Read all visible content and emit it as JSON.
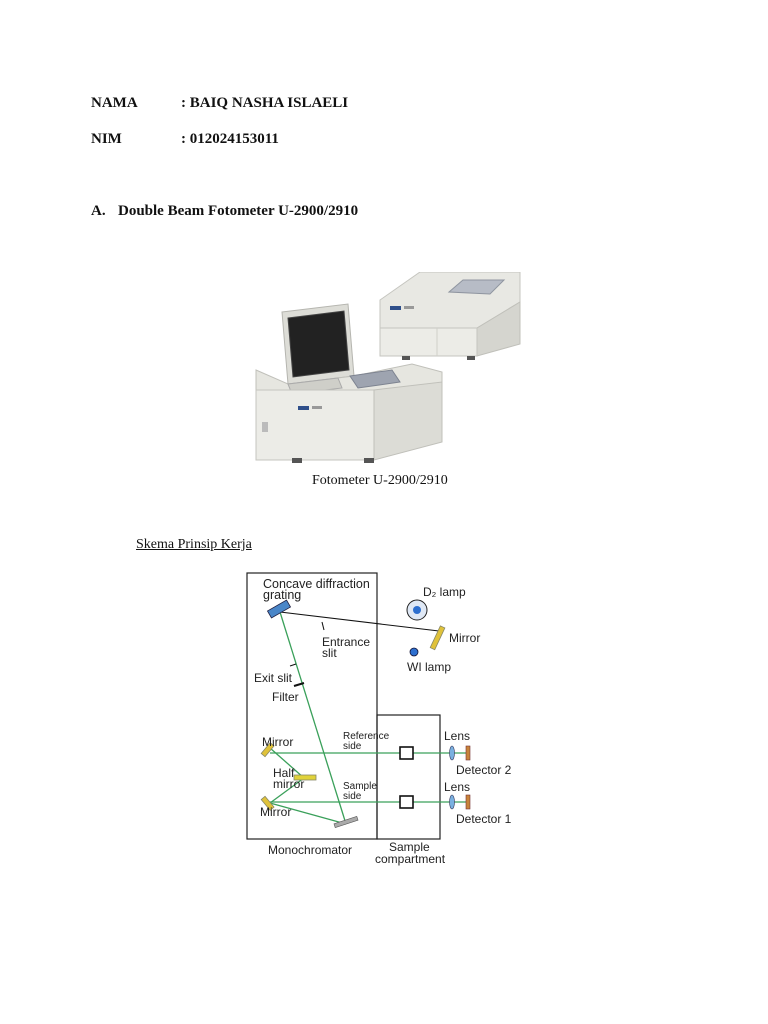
{
  "header": {
    "name_label": "NAMA",
    "name_value": ": BAIQ NASHA ISLAELI",
    "nim_label": "NIM",
    "nim_value": ": 012024153011"
  },
  "section": {
    "number": "A.",
    "title": "Double Beam Fotometer U-2900/2910"
  },
  "photo": {
    "caption": "Fotometer U-2900/2910"
  },
  "schema": {
    "heading": "Skema Prinsip Kerja"
  },
  "diagram": {
    "grating_line1": "Concave diffraction",
    "grating_line2": "grating",
    "d2_lamp": "D₂ lamp",
    "mirror_top": "Mirror",
    "entrance_line1": "Entrance",
    "entrance_line2": "slit",
    "wi_lamp": "WI lamp",
    "exit_slit": "Exit slit",
    "filter": "Filter",
    "mirror_left_top": "Mirror",
    "reference_line1": "Reference",
    "reference_line2": "side",
    "half_line1": "Half",
    "half_line2": "mirror",
    "sample_line1": "Sample",
    "sample_line2": "side",
    "mirror_left_bottom": "Mirror",
    "lens_top": "Lens",
    "lens_bottom": "Lens",
    "detector_2": "Detector 2",
    "detector_1": "Detector 1",
    "monochromator": "Monochromator",
    "compartment_line1": "Sample",
    "compartment_line2": "compartment"
  }
}
